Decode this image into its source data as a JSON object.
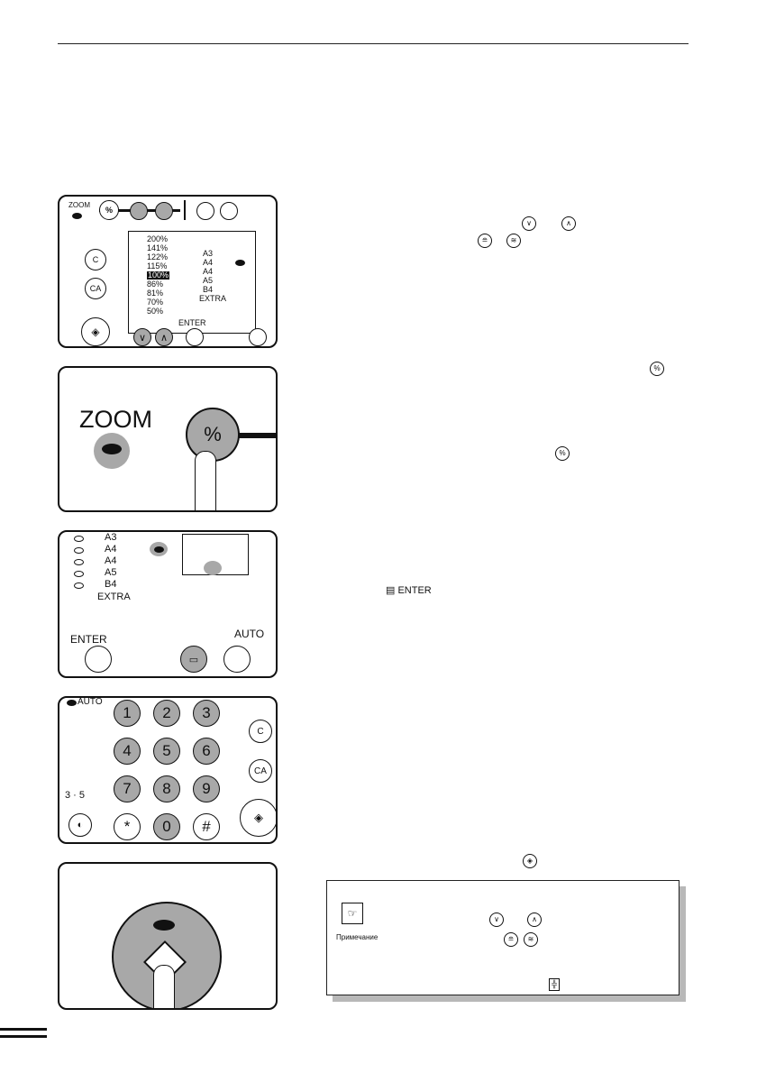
{
  "panel1": {
    "zoom_label": "ZOOM",
    "percent_key": "%",
    "ratios": [
      "200%",
      "141%",
      "122%",
      "115%",
      "100%",
      "86%",
      "81%",
      "70%",
      "50%"
    ],
    "selected_ratio": "100%",
    "paper_sizes": [
      "A3",
      "A4",
      "A4",
      "A5",
      "B4",
      "EXTRA"
    ],
    "clear_key": "C",
    "clear_all_key": "CA",
    "enter_label": "ENTER"
  },
  "panel2": {
    "zoom_label": "ZOOM",
    "percent_key": "%"
  },
  "panel3": {
    "paper_sizes": [
      "A3",
      "A4",
      "A4",
      "A5",
      "B4",
      "EXTRA"
    ],
    "enter_label": "ENTER",
    "auto_label": "AUTO"
  },
  "panel4": {
    "auto_label": "AUTO",
    "keys": [
      "1",
      "2",
      "3",
      "4",
      "5",
      "6",
      "7",
      "8",
      "9",
      "*",
      "0",
      "#"
    ],
    "clear_key": "C",
    "clear_all_key": "CA",
    "exposure_label": "3 · 5"
  },
  "text": {
    "enter_inline": "ENTER",
    "percent_inline": "%"
  },
  "note": {
    "label": "Примечание"
  }
}
